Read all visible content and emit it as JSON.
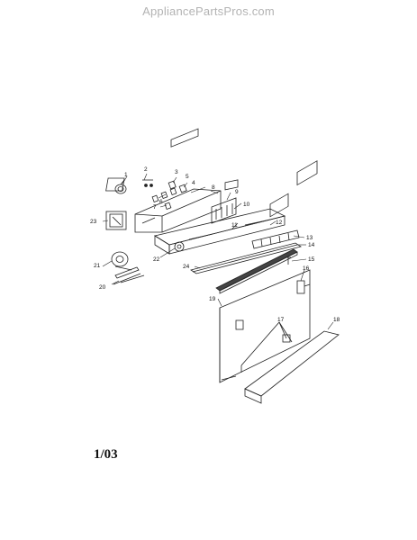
{
  "header": {
    "watermark": "AppliancePartsPros.com"
  },
  "diagram": {
    "callouts": [
      "1",
      "2",
      "3",
      "4",
      "5",
      "6",
      "7",
      "8",
      "9",
      "10",
      "11",
      "12",
      "13",
      "14",
      "15",
      "16",
      "17",
      "18",
      "19",
      "20",
      "21",
      "22",
      "23",
      "24"
    ]
  },
  "footer": {
    "date_code": "1/03"
  }
}
